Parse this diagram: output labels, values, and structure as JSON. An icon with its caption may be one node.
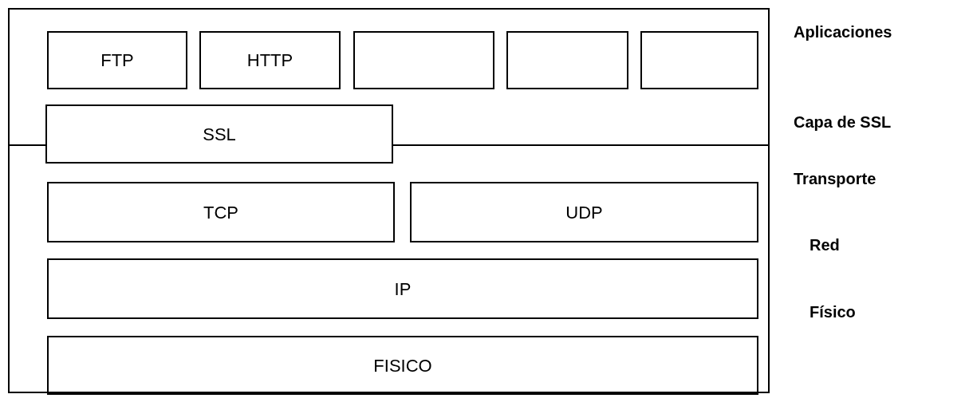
{
  "diagram": {
    "nodes": [
      {
        "text": [],
        "shape": "box"
      },
      {
        "text": [],
        "shape": "box"
      },
      {
        "text": [
          "FTP"
        ],
        "in": 0
      },
      {
        "text": [
          "HTTP"
        ],
        "in": 0
      },
      {
        "text": [],
        "shape": "box",
        "in": 0
      },
      {
        "text": [],
        "shape": "box",
        "in": 0
      },
      {
        "text": [],
        "shape": "box",
        "in": 0
      },
      {
        "text": [
          "SSL"
        ]
      },
      {
        "text": [
          "TCP"
        ],
        "in": 1
      },
      {
        "text": [
          "UDP"
        ],
        "in": 1
      },
      {
        "text": [
          "IP"
        ],
        "in": 1
      },
      {
        "text": [
          "FISICO"
        ],
        "in": 1
      }
    ],
    "labels": [
      "Aplicaciones",
      "Capa de SSL",
      "Transporte",
      "Red",
      "Físico"
    ]
  }
}
